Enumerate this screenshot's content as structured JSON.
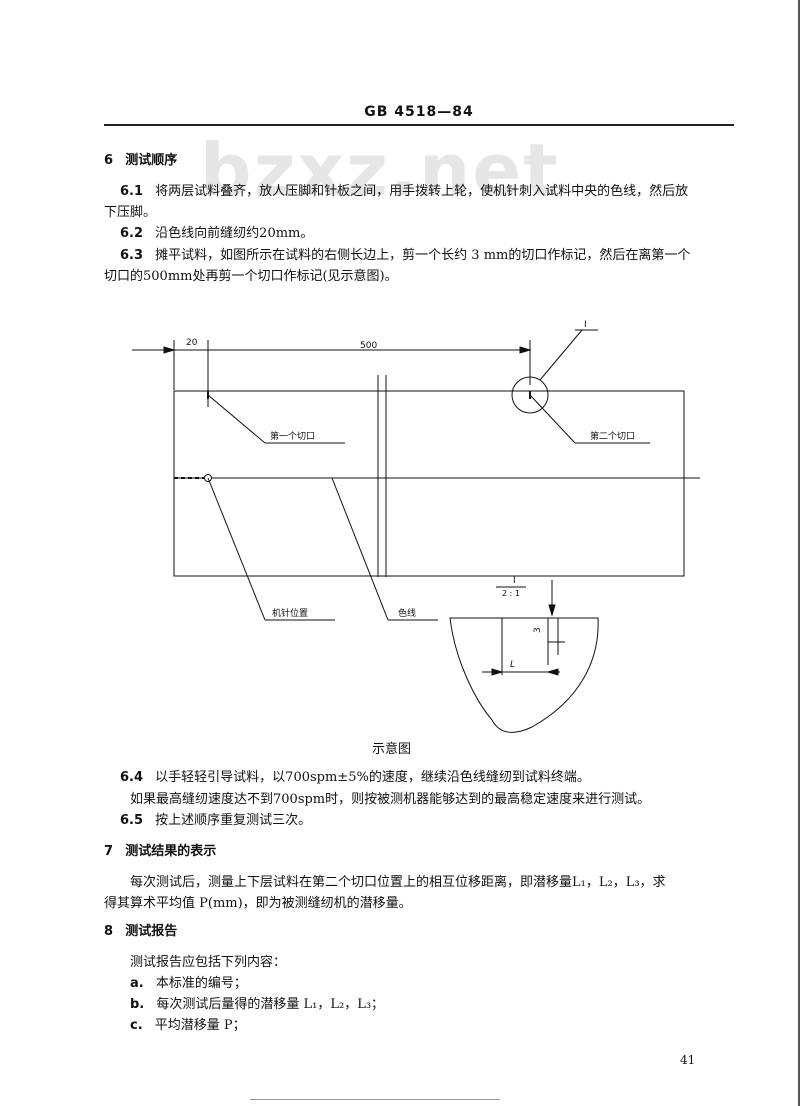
{
  "header": {
    "title": "GB  4518—84"
  },
  "watermark": "bzxz.net",
  "section6": {
    "num": "6",
    "title": "测试顺序",
    "s61_num": "6.1",
    "s61_line1": "将两层试料叠齐，放人压脚和针板之间，用手拨转上轮，使机针刺入试料中央的色线，然后放",
    "s61_line2": "下压脚。",
    "s62_num": "6.2",
    "s62_text": "沿色线向前缝纫约20mm。",
    "s63_num": "6.3",
    "s63_line1": "摊平试料，如图所示在试料的右侧长边上，剪一个长约 3 mm的切口作标记，然后在离第一个",
    "s63_line2": "切口的500mm处再剪一个切口作标记(见示意图)。"
  },
  "figure": {
    "dim_20": "20",
    "dim_500": "500",
    "label_I": "I",
    "first_cut": "第一个切口",
    "second_cut": "第二个切口",
    "needle_pos": "机针位置",
    "color_line": "色线",
    "detail_I": "I",
    "detail_scale": "2 : 1",
    "detail_3": "3",
    "detail_L": "L",
    "caption": "示意图"
  },
  "section6b": {
    "s64_num": "6.4",
    "s64_line1": "以手轻轻引导试料，以700spm±5%的速度，继续沿色线缝纫到试料终端。",
    "s64_line2": "如果最高缝纫速度达不到700spm时，则按被测机器能够达到的最高稳定速度来进行测试。",
    "s65_num": "6.5",
    "s65_text": "按上述顺序重复测试三次。"
  },
  "section7": {
    "num": "7",
    "title": "测试结果的表示",
    "line1": "每次测试后，测量上下层试料在第二个切口位置上的相互位移距离，即潜移量L₁，L₂，L₃，求",
    "line2": "得其算术平均值 P(mm)，即为被测缝纫机的潜移量。"
  },
  "section8": {
    "num": "8",
    "title": "测试报告",
    "intro": "测试报告应包括下列内容：",
    "a_label": "a.",
    "a_text": "本标准的编号；",
    "b_label": "b.",
    "b_text": "每次测试后量得的潜移量 L₁，L₂，L₃；",
    "c_label": "c.",
    "c_text": "平均潜移量 P；"
  },
  "footer": {
    "page_number": "41"
  }
}
